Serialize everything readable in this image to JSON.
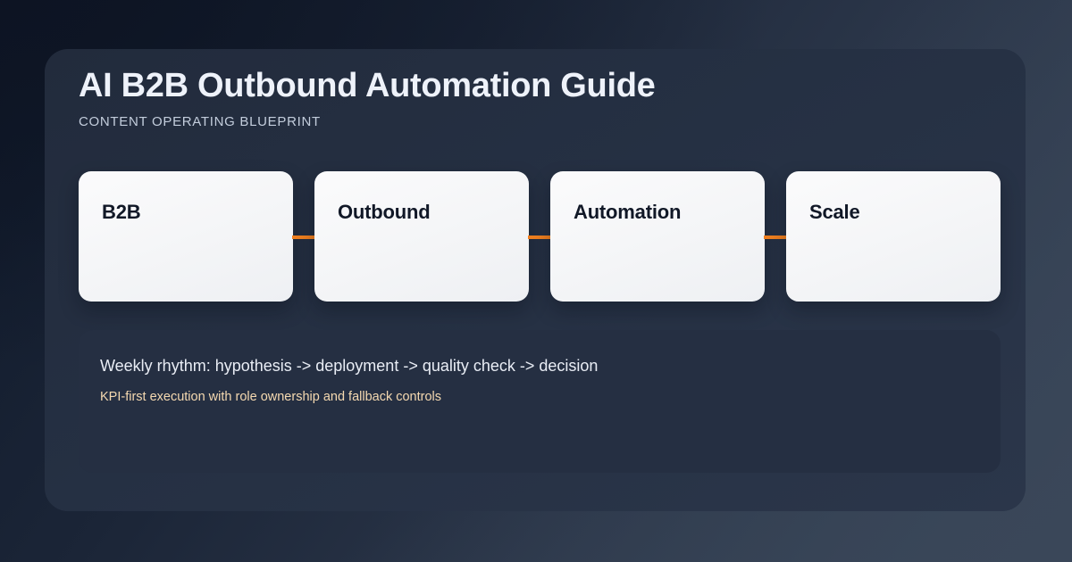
{
  "header": {
    "title": "AI B2B Outbound Automation Guide",
    "subtitle": "CONTENT OPERATING BLUEPRINT"
  },
  "pipeline": {
    "steps": [
      {
        "label": "B2B"
      },
      {
        "label": "Outbound"
      },
      {
        "label": "Automation"
      },
      {
        "label": "Scale"
      }
    ]
  },
  "note": {
    "primary": "Weekly rhythm: hypothesis -> deployment -> quality check -> decision",
    "secondary": "KPI-first execution with role ownership and fallback controls"
  },
  "colors": {
    "background_start": "#101a2b",
    "background_end": "#394659",
    "panel": "#253043",
    "note_panel": "#252f42",
    "card_face": "#f4f5f7",
    "card_text": "#111827",
    "connector_accent": "#ef7f1f",
    "title_text": "#eef2fa",
    "subtitle_text": "#c3cddc",
    "note_primary_text": "#e9edf5",
    "note_secondary_text": "#f5d9b0"
  }
}
